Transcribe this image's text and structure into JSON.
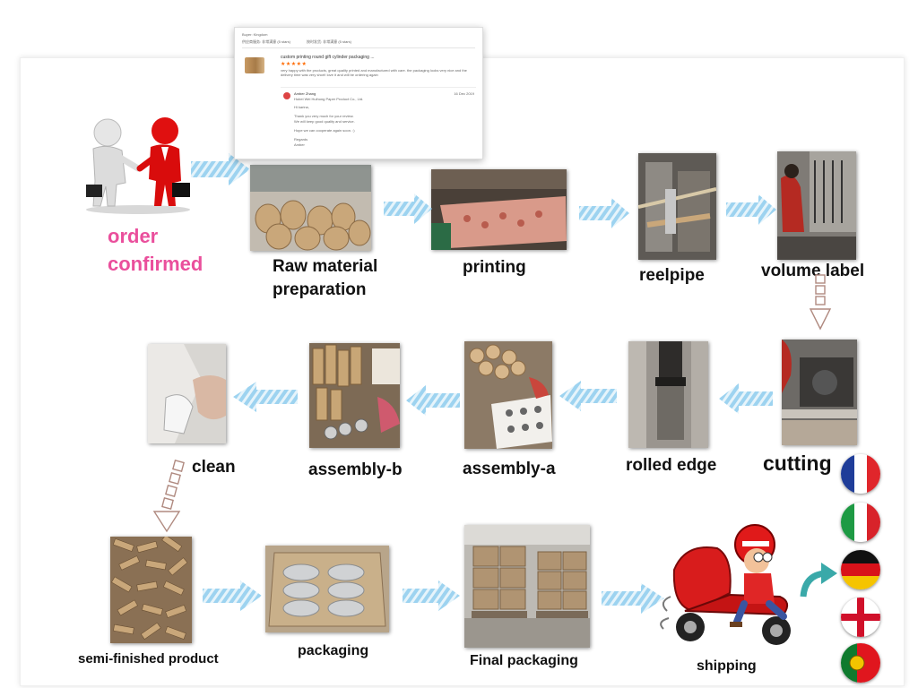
{
  "review": {
    "origin": "Buyer: Kingdom",
    "meta_left": "供应商服务: 非常满意 (5 stars)",
    "meta_right": "按时发货: 非常满意 (5 stars)",
    "product": "custom printing round gift cylinder packaging ...",
    "stars": "★★★★★",
    "text": "very happy with the products, great quality printed and manufactured with care. the packaging looks very nice and the delivery time was very short! love it and will be ordering again",
    "reply_name": "Amber Zhang",
    "reply_company": "Hubei Wei Huihong Paper Product Co., Ltd.",
    "reply_date": "16 Dec 2019",
    "reply_text": "Hi karina,\n\nThank you very much for your review.\nWe will keep good quality and service.\n\nHope we can cooperate again soon. :)\n\nRegards\nAmber"
  },
  "steps": {
    "order_confirmed": "order confirmed",
    "raw_material": "Raw material preparation",
    "printing": "printing",
    "reelpipe": "reelpipe",
    "volume_label": "volume label",
    "cutting": "cutting",
    "rolled_edge": "rolled edge",
    "assembly_a": "assembly-a",
    "assembly_b": "assembly-b",
    "clean": "clean",
    "semi_finished": "semi-finished product",
    "packaging": "packaging",
    "final_packaging": "Final packaging",
    "shipping": "shipping"
  },
  "colors": {
    "accent_pink": "#ea4f9c",
    "arrow_blue": "#7fc3ea",
    "hollow_arrow": "#b08a80"
  },
  "flags": [
    "france",
    "italy",
    "germany",
    "england",
    "portugal"
  ]
}
